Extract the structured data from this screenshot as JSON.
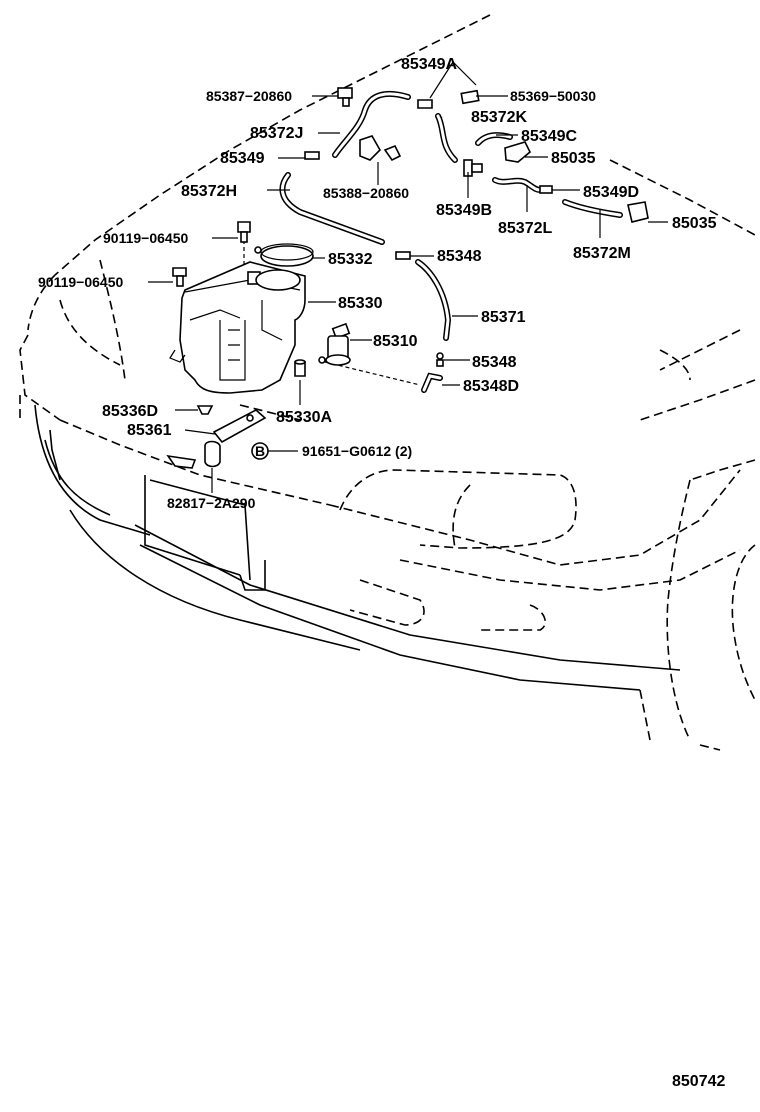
{
  "diagram_id": "850742",
  "labels": {
    "p85349A": "85349A",
    "p85387": "85387−20860",
    "p85369": "85369−50030",
    "p85372K": "85372K",
    "p85372J": "85372J",
    "p85349C": "85349C",
    "p85349": "85349",
    "p85035a": "85035",
    "p85388": "85388−20860",
    "p85372H": "85372H",
    "p85349D": "85349D",
    "p85349B": "85349B",
    "p85035b": "85035",
    "p85372L": "85372L",
    "p85372M": "85372M",
    "p90119a": "90119−06450",
    "p85332": "85332",
    "p85348a": "85348",
    "p90119b": "90119−06450",
    "p85330": "85330",
    "p85371": "85371",
    "p85310": "85310",
    "p85348b": "85348",
    "p85348D": "85348D",
    "p85336D": "85336D",
    "p85330A": "85330A",
    "p85361": "85361",
    "p91651": "91651−G0612 (2)",
    "bolt_marker": "B",
    "p82817": "82817−2A290"
  }
}
